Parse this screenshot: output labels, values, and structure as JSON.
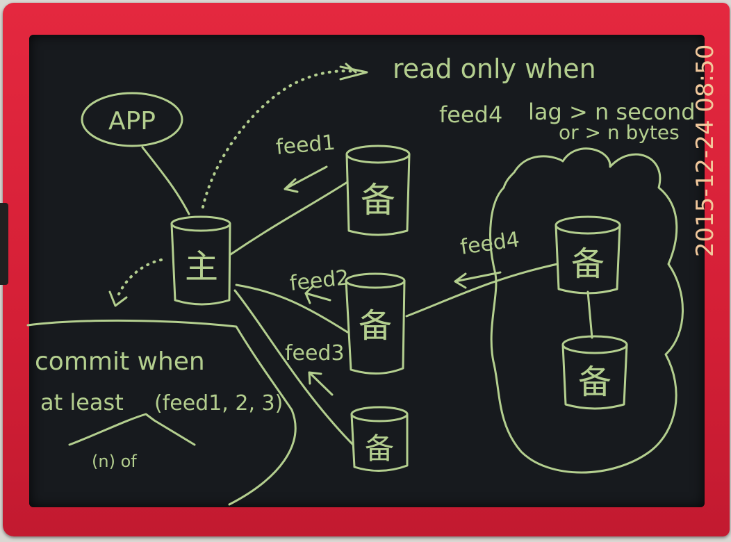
{
  "board": {
    "app_label": "APP",
    "primary_label": "主",
    "replica_label": "备",
    "replica_label_alt": "备",
    "feed1": "feed1",
    "feed2": "feed2",
    "feed3": "feed3",
    "feed4": "feed4",
    "feed4_note": "feed4",
    "read_only_line1": "read only when",
    "read_only_line2": "lag > n second",
    "read_only_line3": "or > n bytes",
    "commit_line1": "commit when",
    "commit_line2": "at least",
    "commit_line3": "(feed1, 2, 3)",
    "commit_line4": "(n) of"
  },
  "timestamp": "2015-12-24 08:50",
  "colors": {
    "frame": "#d41f36",
    "screen": "#171a1e",
    "ink": "#b4cf8f",
    "timestamp": "#f1c89c"
  }
}
